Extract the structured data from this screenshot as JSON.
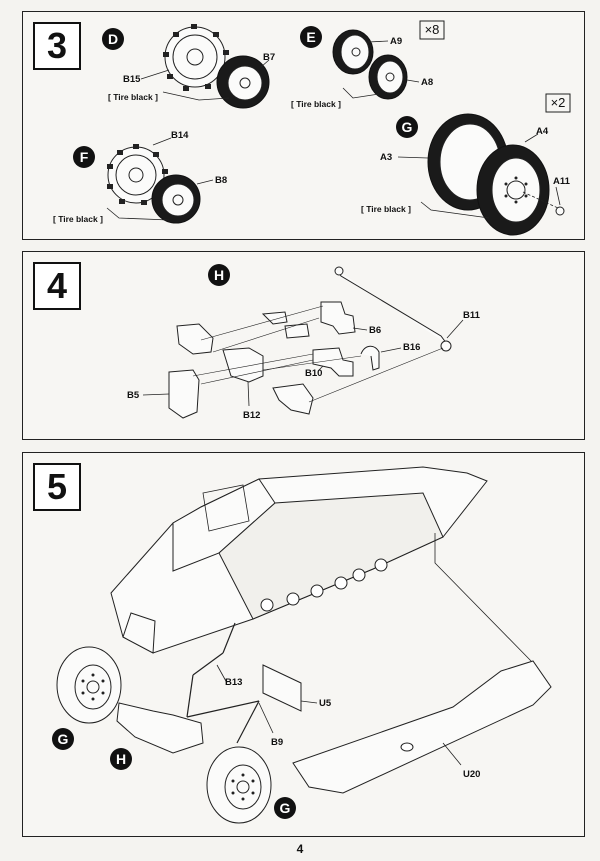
{
  "steps": [
    {
      "number": "3",
      "callouts": [
        "D",
        "E",
        "F",
        "G"
      ],
      "labels": {
        "b7": "B7",
        "b15": "B15",
        "b14": "B14",
        "b8": "B8",
        "a9": "A9",
        "a8": "A8",
        "a4": "A4",
        "a3": "A3",
        "a11": "A11"
      },
      "notes": {
        "tire_d": "[ Tire black ]",
        "tire_e": "[ Tire black ]",
        "tire_f": "[ Tire black ]",
        "tire_g": "[ Tire black ]"
      },
      "multipliers": {
        "e": "×8",
        "g": "×2"
      }
    },
    {
      "number": "4",
      "callouts": [
        "H"
      ],
      "labels": {
        "b11": "B11",
        "b6": "B6",
        "b16": "B16",
        "b10": "B10",
        "b5": "B5",
        "b12": "B12"
      }
    },
    {
      "number": "5",
      "callouts": [
        "G",
        "H",
        "G"
      ],
      "labels": {
        "b13": "B13",
        "u5": "U5",
        "b9": "B9",
        "u20": "U20"
      }
    }
  ],
  "page_number": "4",
  "colors": {
    "ink": "#111111",
    "paper": "#f4f3f0"
  }
}
